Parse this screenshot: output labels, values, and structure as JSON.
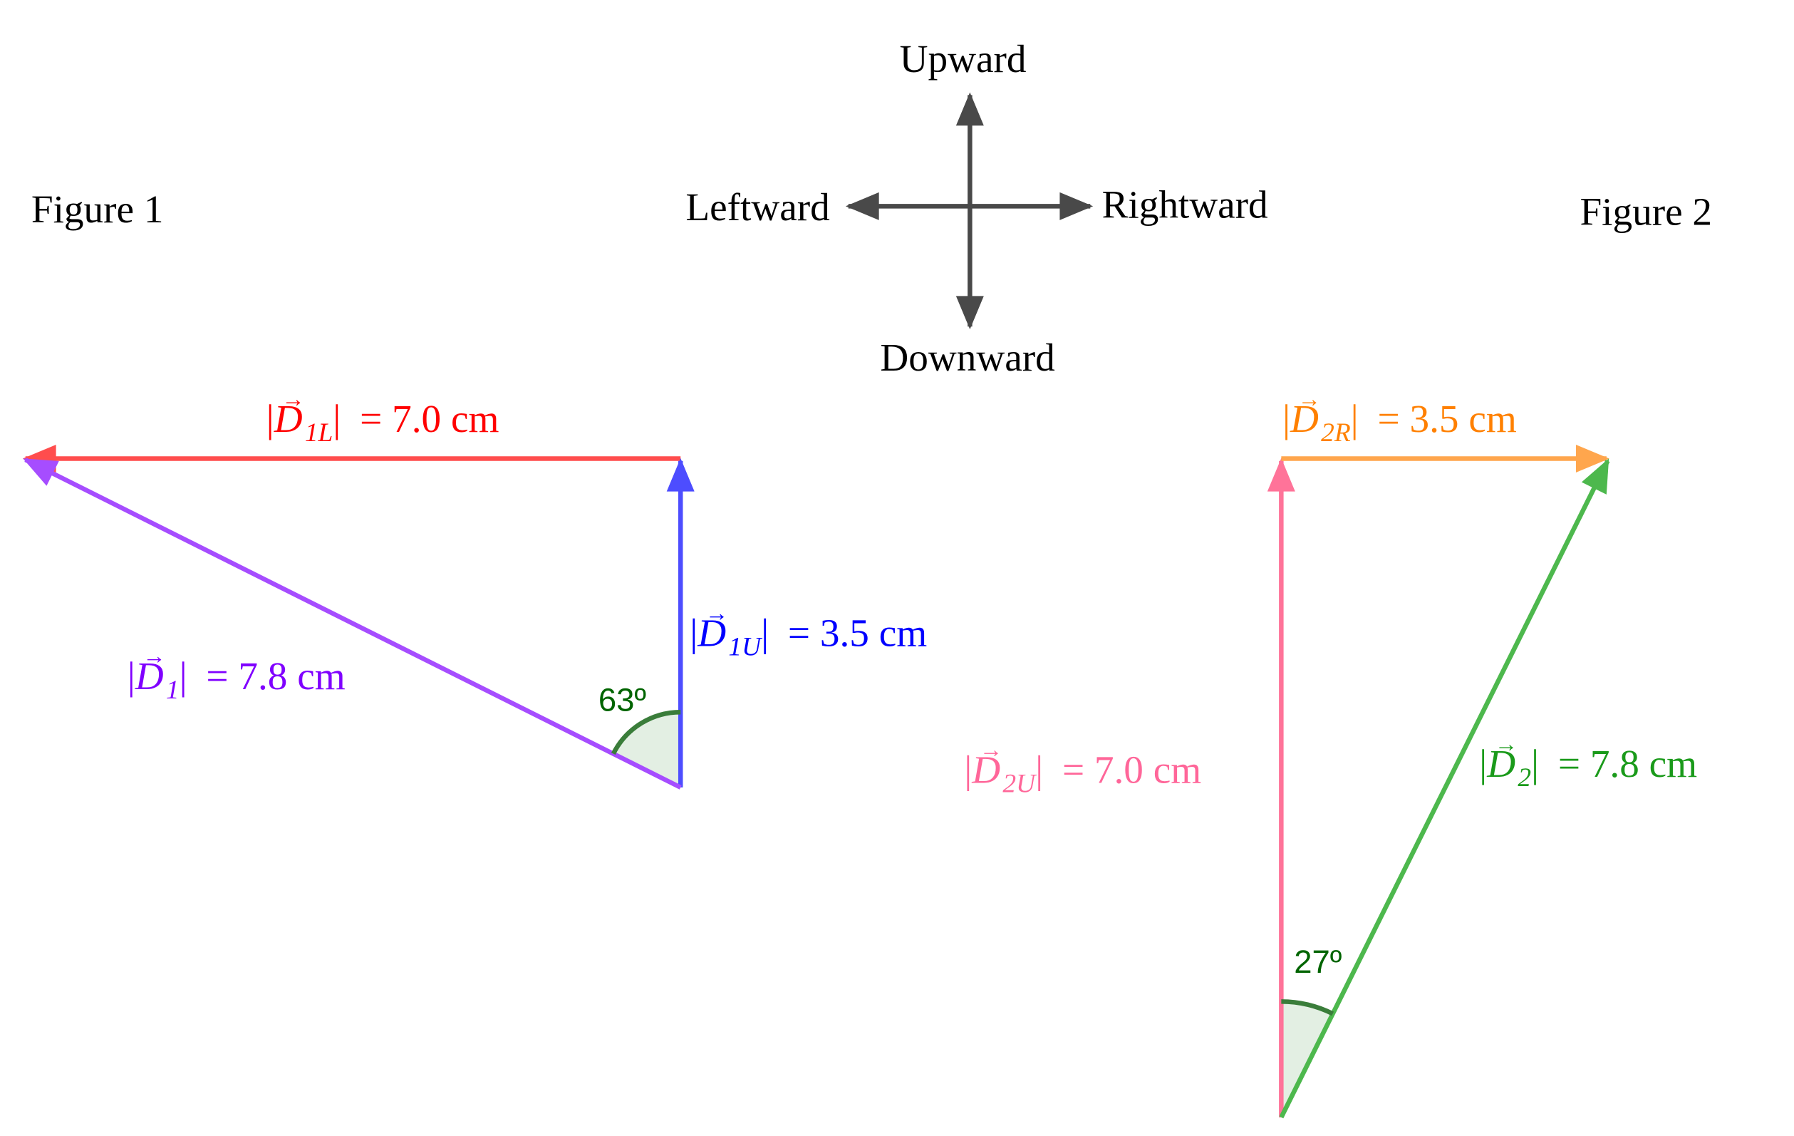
{
  "figure1": {
    "title": "Figure 1",
    "angle_label": "63º",
    "vectors": {
      "d1l": {
        "bar": "|",
        "symbol": "D",
        "arrow": "→",
        "subscript": "1L",
        "value": "= 7.0 cm",
        "line_color": "#ff4d4d",
        "text_color": "#ff0000"
      },
      "d1u": {
        "bar": "|",
        "symbol": "D",
        "arrow": "→",
        "subscript": "1U",
        "value": "= 3.5 cm",
        "line_color": "#4d4dff",
        "text_color": "#0000ff"
      },
      "d1": {
        "bar": "|",
        "symbol": "D",
        "arrow": "→",
        "subscript": "1",
        "value": "= 7.8 cm",
        "line_color": "#a64dff",
        "text_color": "#8000ff"
      }
    }
  },
  "compass": {
    "up": "Upward",
    "down": "Downward",
    "left": "Leftward",
    "right": "Rightward",
    "color": "#404040"
  },
  "figure2": {
    "title": "Figure 2",
    "angle_label": "27º",
    "vectors": {
      "d2r": {
        "bar": "|",
        "symbol": "D",
        "arrow": "→",
        "subscript": "2R",
        "value": "= 3.5 cm",
        "line_color": "#ffa64d",
        "text_color": "#ff8000"
      },
      "d2u": {
        "bar": "|",
        "symbol": "D",
        "arrow": "→",
        "subscript": "2U",
        "value": "= 7.0 cm",
        "line_color": "#ff7399",
        "text_color": "#ff6699"
      },
      "d2": {
        "bar": "|",
        "symbol": "D",
        "arrow": "→",
        "subscript": "2",
        "value": "= 7.8 cm",
        "line_color": "#4db84d",
        "text_color": "#1a9a1a"
      }
    }
  },
  "angle_colors": {
    "stroke": "#3a7d3a",
    "fill": "#e3efe3",
    "text": "#006400"
  }
}
